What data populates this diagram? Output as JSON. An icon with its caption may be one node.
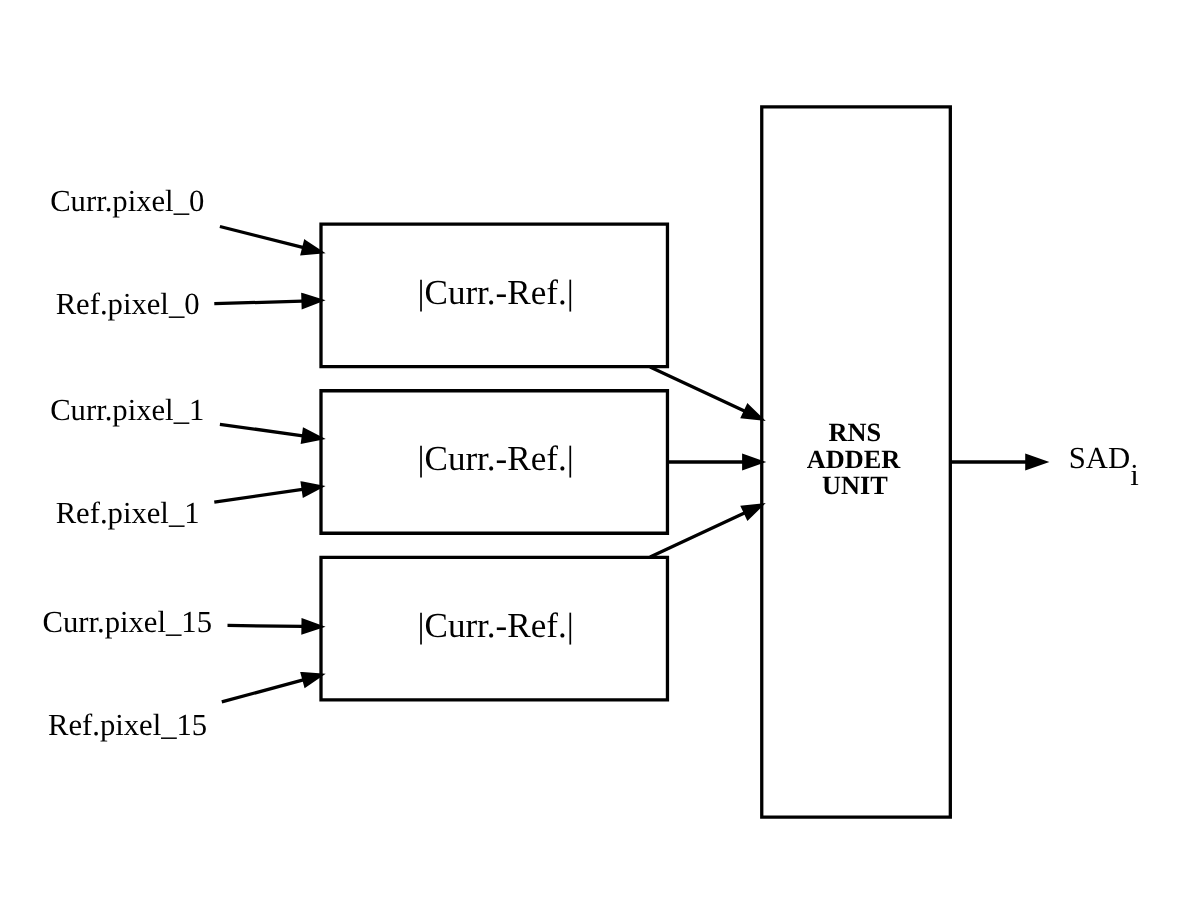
{
  "diagram": {
    "nodes": [
      {
        "text": [
          "Curr.pixel_0"
        ]
      },
      {
        "text": [
          "Ref.pixel_0"
        ]
      },
      {
        "text": [
          "|Curr.-Ref.|"
        ]
      },
      {
        "text": [
          "RNS ADDER UNIT"
        ]
      },
      {
        "text": [
          "SAD$_{i}$"
        ]
      },
      {
        "text": [
          "Curr.pixel_1"
        ]
      },
      {
        "text": [
          "Ref.pixel_1"
        ]
      },
      {
        "text": [
          "|Curr.-Ref.|"
        ]
      },
      {
        "text": [
          "Curr.pixel_15"
        ]
      },
      {
        "text": [
          "Ref.pixel_15"
        ]
      },
      {
        "text": [
          "|Curr.-Ref.|"
        ]
      }
    ],
    "edges": [
      {
        "from": 0,
        "to": 2,
        "arrow": "to"
      },
      {
        "from": 1,
        "to": 2,
        "arrow": "to"
      },
      {
        "from": 2,
        "to": 3,
        "arrow": "to"
      },
      {
        "from": 3,
        "to": 4,
        "arrow": "to"
      },
      {
        "from": 5,
        "to": 7,
        "arrow": "to"
      },
      {
        "from": 6,
        "to": 7,
        "arrow": "to"
      },
      {
        "from": 7,
        "to": 3,
        "arrow": "to"
      },
      {
        "from": 8,
        "to": 10,
        "arrow": "to"
      },
      {
        "from": 9,
        "to": 10,
        "arrow": "to"
      },
      {
        "from": 10,
        "to": 3,
        "arrow": "to"
      }
    ]
  }
}
